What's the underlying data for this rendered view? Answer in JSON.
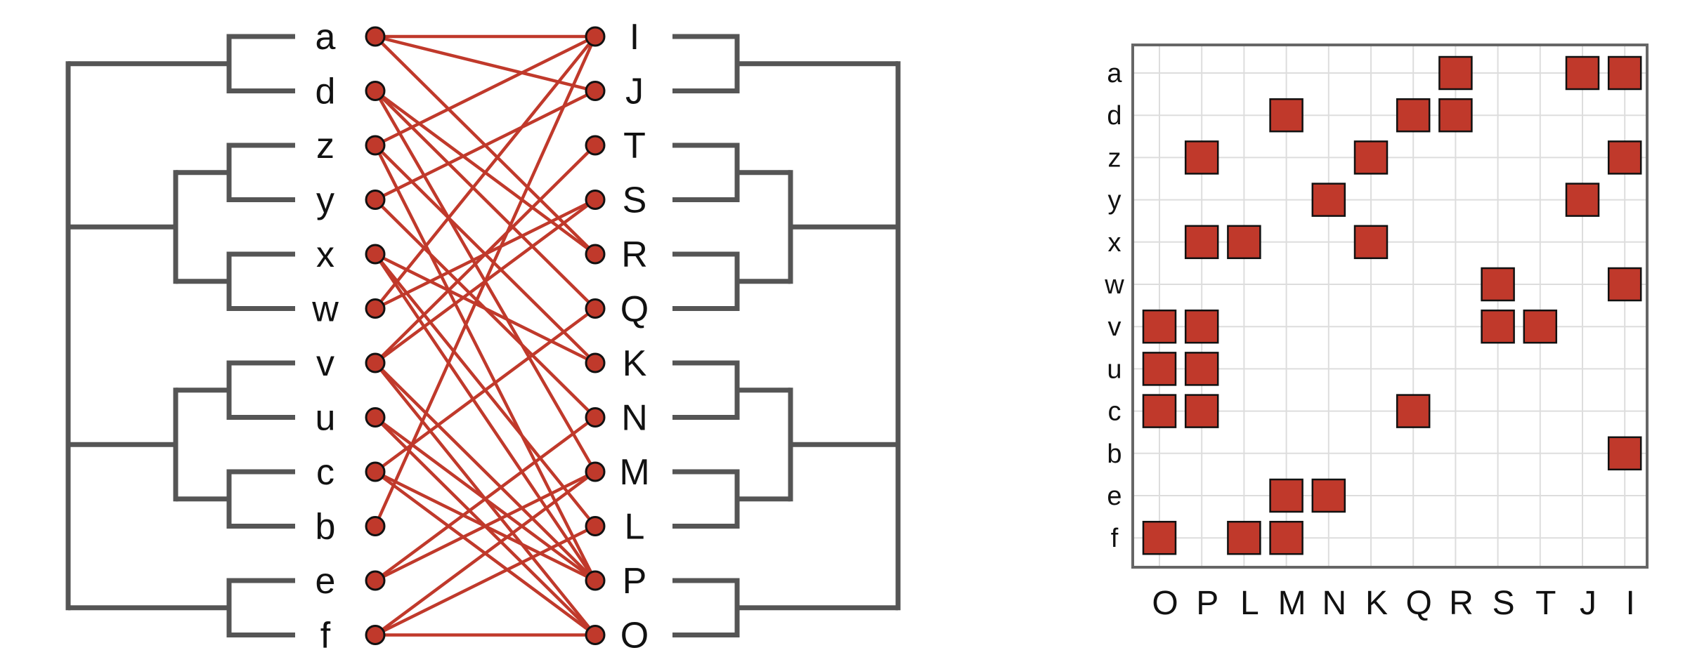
{
  "left_leaves": [
    "a",
    "d",
    "z",
    "y",
    "x",
    "w",
    "v",
    "u",
    "c",
    "b",
    "e",
    "f"
  ],
  "right_leaves": [
    "I",
    "J",
    "T",
    "S",
    "R",
    "Q",
    "K",
    "N",
    "M",
    "L",
    "P",
    "O"
  ],
  "edges": [
    [
      "a",
      "I"
    ],
    [
      "a",
      "J"
    ],
    [
      "a",
      "R"
    ],
    [
      "d",
      "R"
    ],
    [
      "d",
      "Q"
    ],
    [
      "d",
      "M"
    ],
    [
      "z",
      "I"
    ],
    [
      "z",
      "K"
    ],
    [
      "z",
      "P"
    ],
    [
      "y",
      "J"
    ],
    [
      "y",
      "N"
    ],
    [
      "x",
      "L"
    ],
    [
      "x",
      "K"
    ],
    [
      "x",
      "P"
    ],
    [
      "w",
      "S"
    ],
    [
      "w",
      "I"
    ],
    [
      "v",
      "T"
    ],
    [
      "v",
      "S"
    ],
    [
      "v",
      "O"
    ],
    [
      "v",
      "P"
    ],
    [
      "u",
      "P"
    ],
    [
      "u",
      "O"
    ],
    [
      "c",
      "O"
    ],
    [
      "c",
      "P"
    ],
    [
      "c",
      "Q"
    ],
    [
      "b",
      "I"
    ],
    [
      "e",
      "N"
    ],
    [
      "e",
      "M"
    ],
    [
      "f",
      "O"
    ],
    [
      "f",
      "L"
    ],
    [
      "f",
      "M"
    ]
  ],
  "left_dendrogram": [
    [
      "a",
      "d"
    ],
    [
      "z",
      "y"
    ],
    [
      "x",
      "w"
    ],
    [
      "zy",
      "xw"
    ],
    [
      "ad",
      "zyxw"
    ],
    [
      "v",
      "u"
    ],
    [
      "c",
      "b"
    ],
    [
      "vu",
      "cb"
    ],
    [
      "e",
      "f"
    ],
    [
      "vucb",
      "ef"
    ],
    [
      "adzyxw",
      "vucbef"
    ]
  ],
  "right_dendrogram": [
    [
      "I",
      "J"
    ],
    [
      "T",
      "S"
    ],
    [
      "R",
      "Q"
    ],
    [
      "TS",
      "RQ"
    ],
    [
      "IJ",
      "TSRQ"
    ],
    [
      "K",
      "N"
    ],
    [
      "M",
      "L"
    ],
    [
      "KN",
      "ML"
    ],
    [
      "P",
      "O"
    ],
    [
      "KNML",
      "PO"
    ],
    [
      "IJTSRQ",
      "KNMLPO"
    ]
  ],
  "matrix": {
    "rows": [
      "a",
      "d",
      "z",
      "y",
      "x",
      "w",
      "v",
      "u",
      "c",
      "b",
      "e",
      "f"
    ],
    "cols": [
      "O",
      "P",
      "L",
      "M",
      "N",
      "K",
      "Q",
      "R",
      "S",
      "T",
      "J",
      "I"
    ]
  },
  "colors": {
    "edge": "#c0392b",
    "node": "#c0392b",
    "cell": "#c0392b",
    "tree": "#555555",
    "grid": "#dddddd",
    "frame": "#666666"
  }
}
